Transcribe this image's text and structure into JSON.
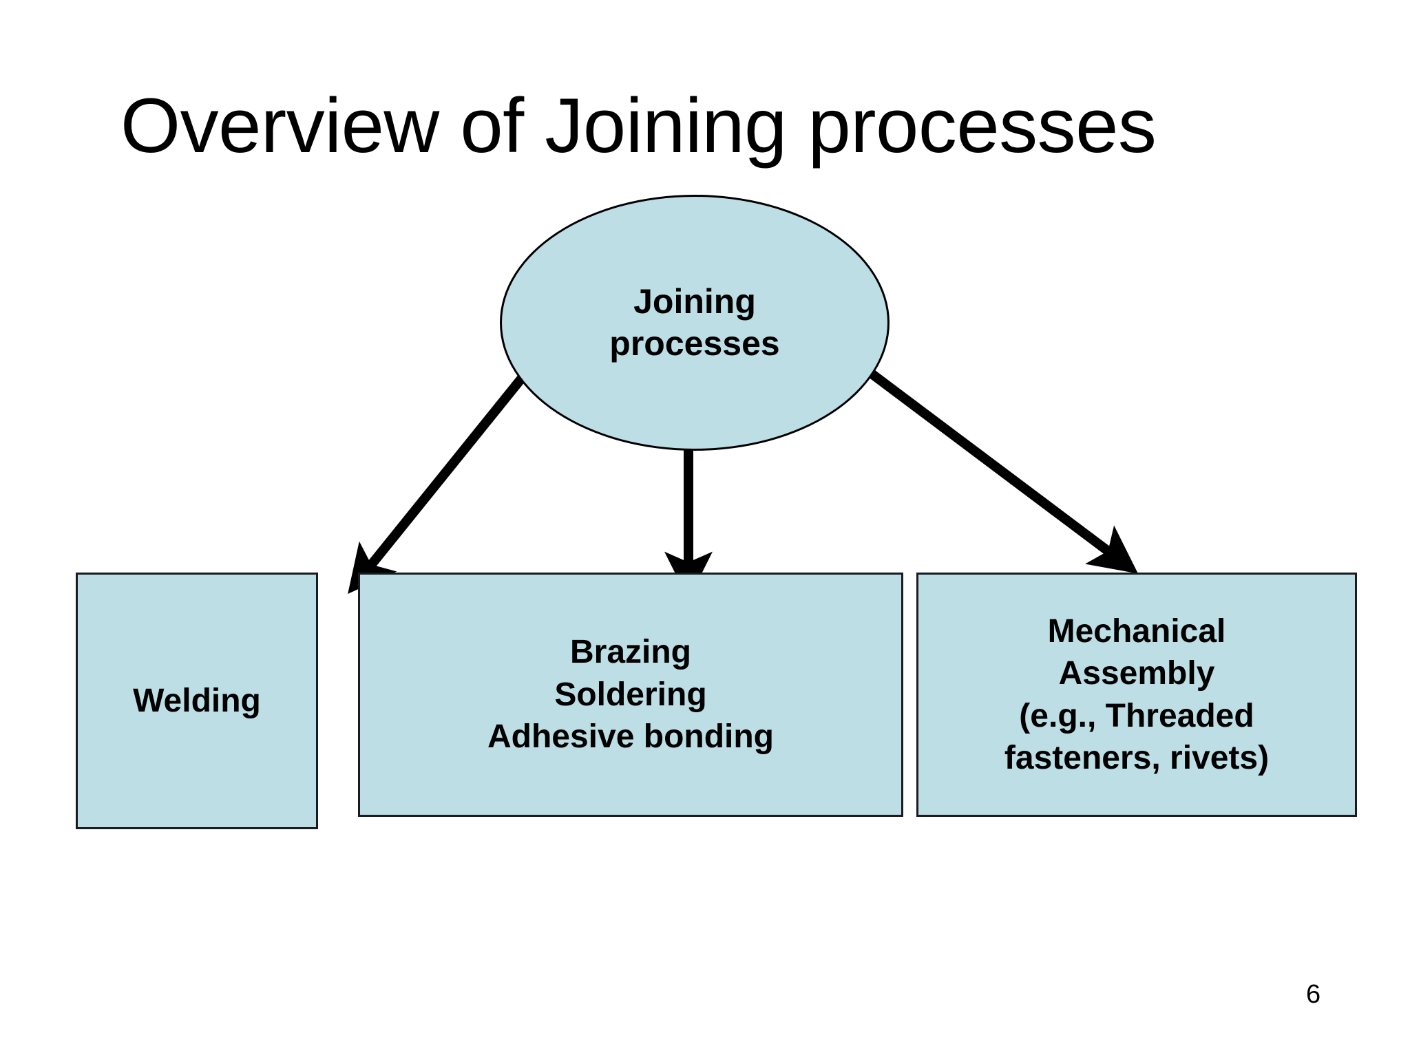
{
  "slide": {
    "title": "Overview of Joining processes",
    "page_number": "6",
    "background_color": "#ffffff"
  },
  "diagram": {
    "type": "tree",
    "node_fill_color": "#BCDEE4",
    "node_border_color": "#000000",
    "connector_color": "#000000",
    "root": {
      "shape": "ellipse",
      "label": "Joining\nprocesses"
    },
    "children": [
      {
        "shape": "rectangle",
        "label": "Welding",
        "connector": "arrow-down-left"
      },
      {
        "shape": "rectangle",
        "label": "Brazing\nSoldering\nAdhesive bonding",
        "connector": "arrow-down"
      },
      {
        "shape": "rectangle",
        "label": "Mechanical\nAssembly\n(e.g., Threaded\nfasteners, rivets)",
        "connector": "arrow-down-right"
      }
    ]
  }
}
